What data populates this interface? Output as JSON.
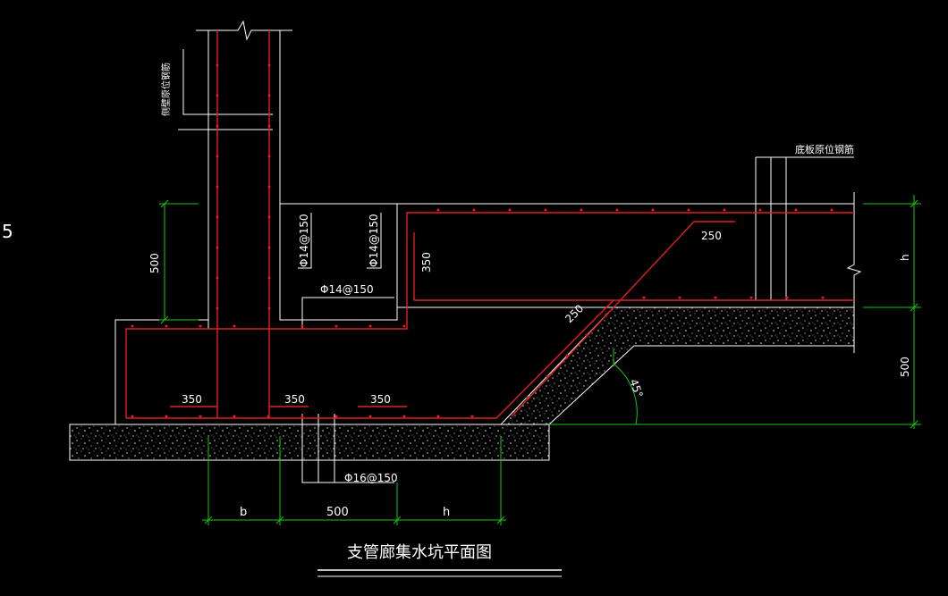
{
  "drawing": {
    "title": "支管廊集水坑平面图",
    "notes": {
      "wall_rebar": "侧壁原位钢筋",
      "slab_rebar": "底板原位钢筋"
    },
    "rebar_labels": {
      "wall_inner": "Φ14@150",
      "wall_outer": "Φ14@150",
      "horizontal": "Φ14@150",
      "bottom": "Φ16@150"
    },
    "anchor_lengths": {
      "a1": "350",
      "a2": "350",
      "a3": "350",
      "vertical": "350",
      "slope_top": "250",
      "slope_side": "250"
    },
    "dimensions": {
      "left_height": "500",
      "right_top": "h",
      "right_bottom": "500",
      "bottom_b": "b",
      "bottom_mid": "500",
      "bottom_h": "h",
      "angle": "45°"
    },
    "left_margin_glyph": "5"
  },
  "colors": {
    "background": "#000000",
    "lines": "#ffffff",
    "rebar": "#e0201e",
    "dimension": "#19c80f"
  }
}
